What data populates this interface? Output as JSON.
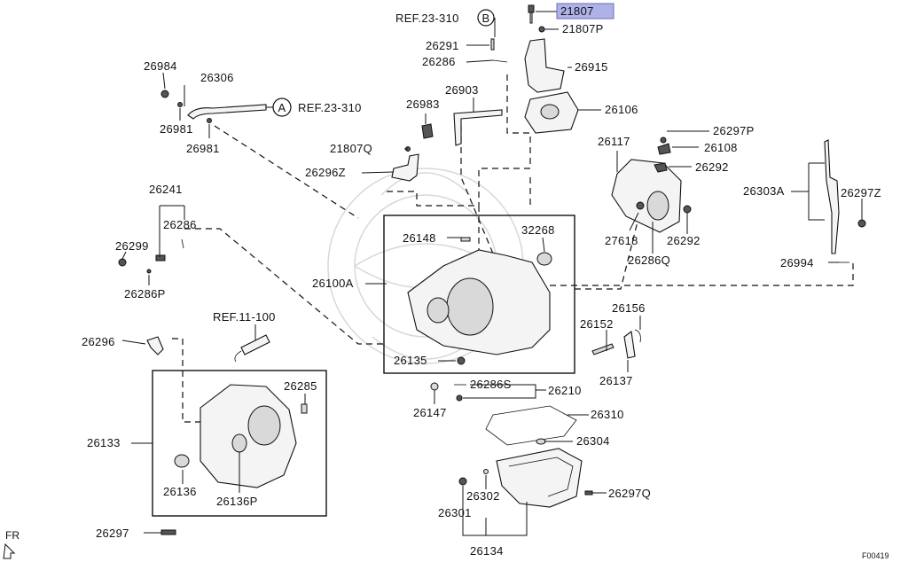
{
  "diagram": {
    "highlight_color": "#aeb2e8",
    "refs": {
      "b": "REF.23-310",
      "a": "REF.23-310",
      "c": "REF.11-100",
      "b_marker": "B",
      "a_marker": "A"
    },
    "labels": {
      "p21807": "21807",
      "p21807P": "21807P",
      "p26291": "26291",
      "p26286_top": "26286",
      "p26915": "26915",
      "p26984": "26984",
      "p26306": "26306",
      "p26981_a": "26981",
      "p26981_b": "26981",
      "p26903": "26903",
      "p26983": "26983",
      "p26106": "26106",
      "p26297P": "26297P",
      "p26117": "26117",
      "p26108": "26108",
      "p21807Q": "21807Q",
      "p26296Z": "26296Z",
      "p26292_a": "26292",
      "p26303A": "26303A",
      "p26297Z": "26297Z",
      "p26241": "26241",
      "p26286_left": "26286",
      "p26299": "26299",
      "p26286P": "26286P",
      "p26148": "26148",
      "p32268": "32268",
      "p27618": "27618",
      "p26292_b": "26292",
      "p26286Q": "26286Q",
      "p26994": "26994",
      "p26100A": "26100A",
      "p26296": "26296",
      "p26156": "26156",
      "p26152": "26152",
      "p26137": "26137",
      "p26135": "26135",
      "p26285": "26285",
      "p26286S": "26286S",
      "p26210": "26210",
      "p26147": "26147",
      "p26133": "26133",
      "p26310": "26310",
      "p26304": "26304",
      "p26136": "26136",
      "p26136P": "26136P",
      "p26302": "26302",
      "p26297Q": "26297Q",
      "p26301": "26301",
      "p26297": "26297",
      "p26134": "26134"
    },
    "orientation": "FR",
    "figure_code": "F00419"
  }
}
